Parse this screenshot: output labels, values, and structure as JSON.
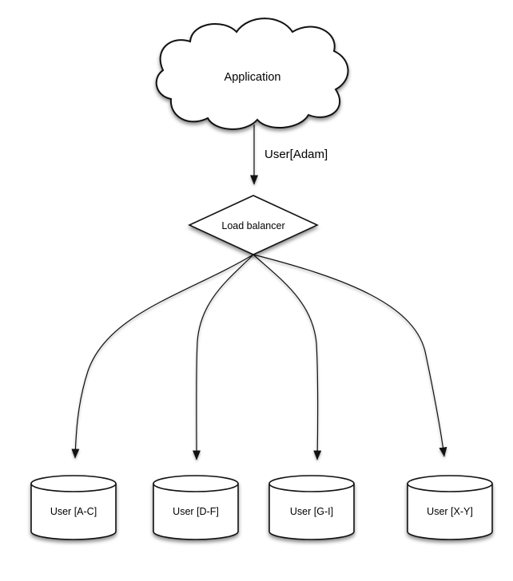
{
  "canvas": {
    "background": "#ffffff",
    "stroke_color": "#111111",
    "shape_fill": "#ffffff",
    "shadow_color": "rgba(0,0,0,0.45)"
  },
  "nodes": {
    "application": {
      "label": "Application",
      "shape": "cloud"
    },
    "load_balancer": {
      "label": "Load balancer",
      "shape": "diamond"
    },
    "shards": [
      {
        "label": "User [A-C]",
        "shape": "cylinder"
      },
      {
        "label": "User [D-F]",
        "shape": "cylinder"
      },
      {
        "label": "User [G-I]",
        "shape": "cylinder"
      },
      {
        "label": "User [X-Y]",
        "shape": "cylinder"
      }
    ]
  },
  "edges": {
    "app_to_lb": {
      "label": "User[Adam]"
    },
    "lb_to_shards_count": 4
  }
}
